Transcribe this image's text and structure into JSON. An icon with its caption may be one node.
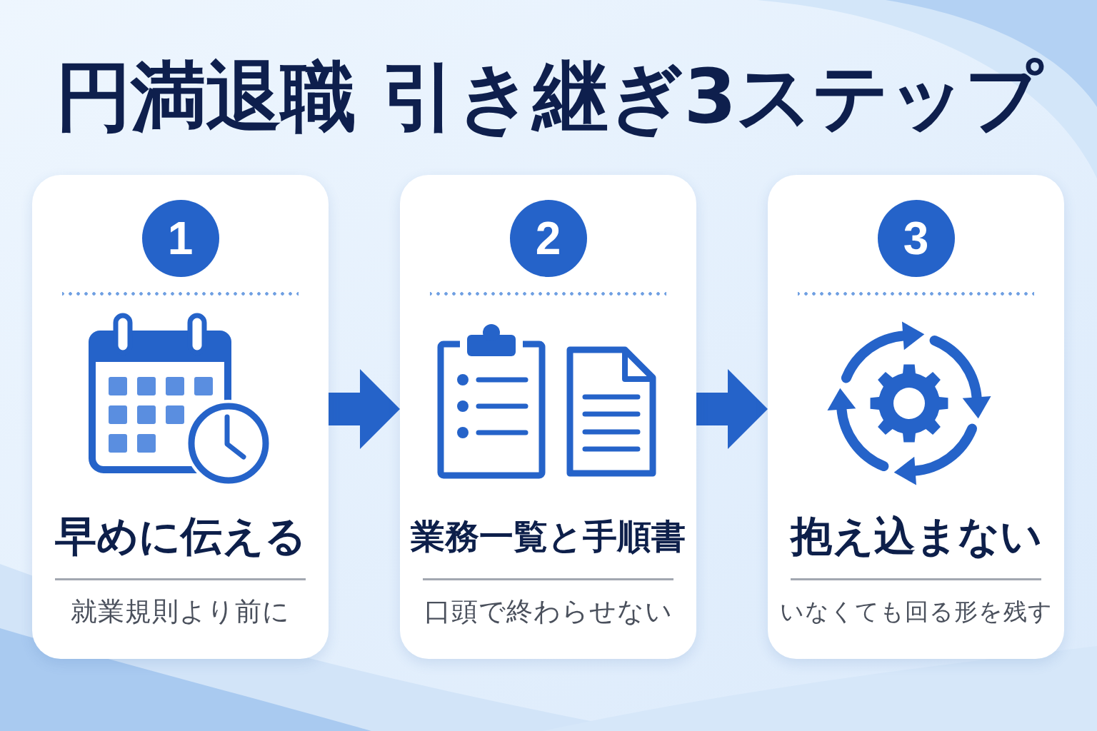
{
  "diagram": {
    "title": "円満退職 引き継ぎ3ステップ",
    "nodes": [
      {
        "text": [
          "早めに伝える",
          "就業規則より前に"
        ]
      },
      {
        "text": [
          "1"
        ],
        "in": 0
      },
      {
        "text": [
          "業務一覧と手順書",
          "口頭で終わらせない"
        ]
      },
      {
        "text": [
          "2"
        ],
        "in": 2
      },
      {
        "text": [
          "抱え込まない",
          "いなくても回る形を残す"
        ]
      },
      {
        "text": [
          "3"
        ],
        "in": 4
      }
    ],
    "edges": [
      {
        "from": 0,
        "to": 2,
        "arrow": "to"
      },
      {
        "from": 2,
        "to": 4,
        "arrow": "to"
      }
    ]
  }
}
